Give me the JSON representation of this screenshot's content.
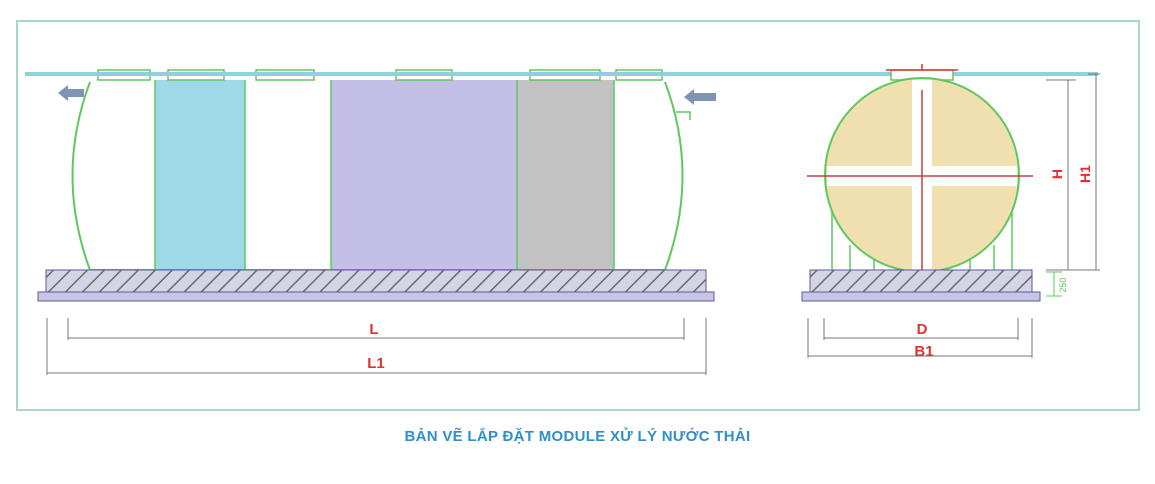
{
  "labels": {
    "L": "L",
    "L1": "L1",
    "D": "D",
    "B1": "B1",
    "H": "H",
    "H1": "H1",
    "base_height": "250"
  },
  "caption": "BẢN VẼ LẮP ĐẶT MODULE XỬ LÝ NƯỚC THẢI",
  "colors": {
    "frame": "#a8d8c8",
    "water_line": "#8fd0dc",
    "tank_outline": "#5ec85e",
    "chamber_blue": "#9fd8e6",
    "chamber_purple": "#c4bfe6",
    "chamber_gray": "#c2c2c2",
    "end_cap": "#f0e0b0",
    "base": "#bdbdd8",
    "arrow": "#7f93b4",
    "dimension": "#e03030",
    "caption": "#2f8fc8"
  }
}
